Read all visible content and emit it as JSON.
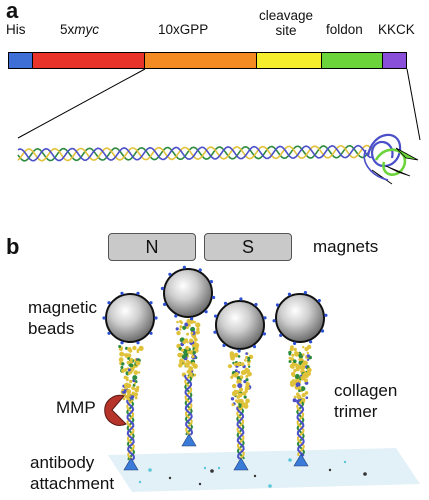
{
  "panel_a": {
    "letter": "a",
    "segments": [
      {
        "key": "his",
        "label": "His",
        "color": "#3d6fd6"
      },
      {
        "key": "myc",
        "label_prefix": "5x",
        "label_italic": "myc",
        "color": "#e8332b"
      },
      {
        "key": "gpp",
        "label": "10xGPP",
        "color": "#f48a22"
      },
      {
        "key": "cleavage",
        "label_line1": "cleavage",
        "label_line2": "site",
        "color": "#f5ee2c"
      },
      {
        "key": "foldon",
        "label": "foldon",
        "color": "#6ad43a"
      },
      {
        "key": "kkck",
        "label": "KKCK",
        "color": "#8a4fd8"
      }
    ],
    "helix_colors": [
      "#2e8b3e",
      "#e3c23a",
      "#4b50c8"
    ]
  },
  "panel_b": {
    "letter": "b",
    "magnets": {
      "n_label": "N",
      "s_label": "S",
      "label": "magnets"
    },
    "labels": {
      "beads_line1": "magnetic",
      "beads_line2": "beads",
      "mmp": "MMP",
      "collagen_line1": "collagen",
      "collagen_line2": "trimer",
      "antibody_line1": "antibody",
      "antibody_line2": "attachment"
    },
    "colors": {
      "bead_dot": "#2b4fd0",
      "mmp": "#b6342a",
      "anchor": "#3a7ad8",
      "surface": "#dfeef6"
    }
  }
}
